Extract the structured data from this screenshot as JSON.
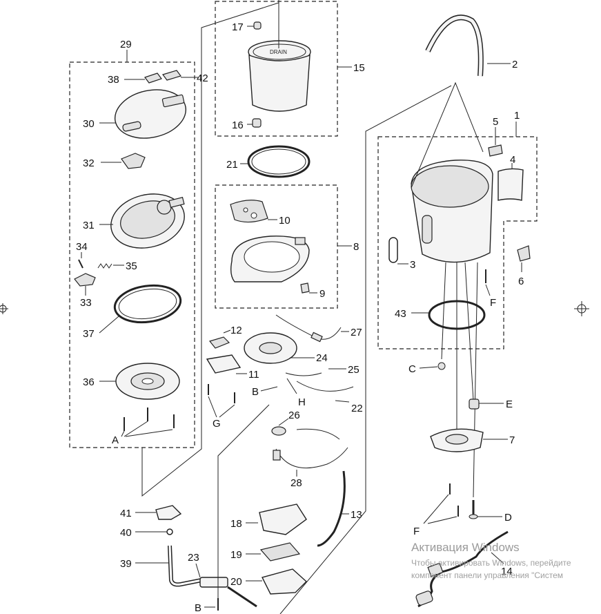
{
  "diagram": {
    "labels": {
      "l1": "1",
      "l2": "2",
      "l3": "3",
      "l4": "4",
      "l5": "5",
      "l6": "6",
      "l7": "7",
      "l8": "8",
      "l9": "9",
      "l10": "10",
      "l11": "11",
      "l12": "12",
      "l13": "13",
      "l14": "14",
      "l15": "15",
      "l16": "16",
      "l17": "17",
      "l18": "18",
      "l19": "19",
      "l20": "20",
      "l21": "21",
      "l22": "22",
      "l23": "23",
      "l24": "24",
      "l25": "25",
      "l26": "26",
      "l27": "27",
      "l28": "28",
      "l29": "29",
      "l30": "30",
      "l31": "31",
      "l32": "32",
      "l33": "33",
      "l34": "34",
      "l35": "35",
      "l36": "36",
      "l37": "37",
      "l38": "38",
      "l39": "39",
      "l40": "40",
      "l41": "41",
      "l42": "42",
      "l43": "43",
      "la": "A",
      "lb1": "B",
      "lb2": "B",
      "lc": "C",
      "ld": "D",
      "le": "E",
      "lf1": "F",
      "lf2": "F",
      "lg": "G",
      "lh": "H"
    },
    "drain_text": "DRAIN"
  },
  "watermark": {
    "title": "Активация Windows",
    "line1": "Чтобы активировать Windows, перейдите",
    "line2": "компонент панели управления \"Систем"
  }
}
